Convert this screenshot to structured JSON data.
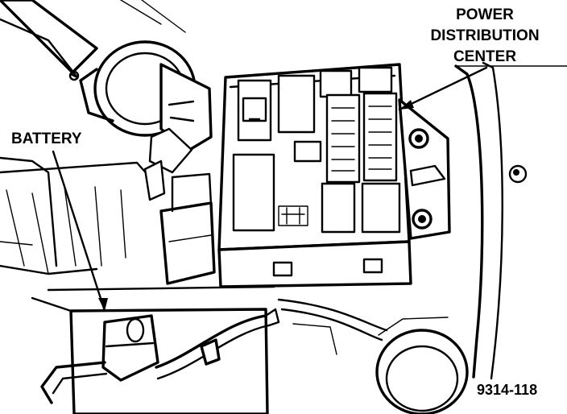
{
  "labels": {
    "pdc_line1": "POWER",
    "pdc_line2": "DISTRIBUTION",
    "pdc_line3": "CENTER",
    "battery": "BATTERY",
    "figure_number": "9314-118"
  },
  "colors": {
    "ink": "#000000",
    "paper": "#ffffff"
  }
}
